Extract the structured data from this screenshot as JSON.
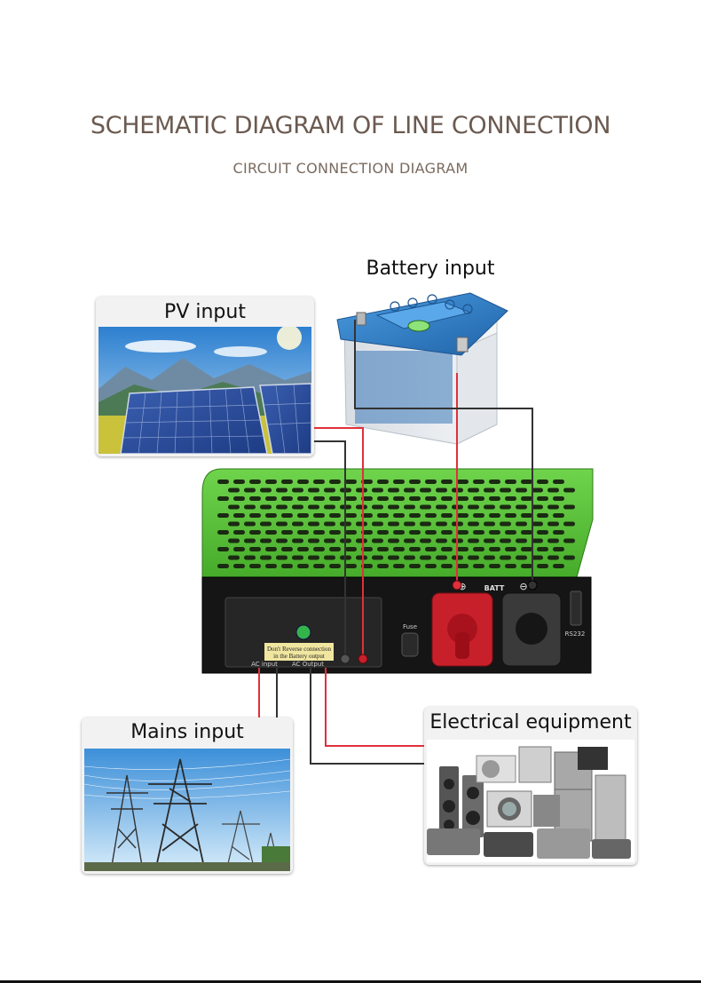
{
  "header": {
    "title": "SCHEMATIC DIAGRAM OF LINE CONNECTION",
    "subtitle": "CIRCUIT CONNECTION DIAGRAM"
  },
  "labels": {
    "battery_input": "Battery input",
    "pv_input": "PV input",
    "mains_input": "Mains input",
    "electrical_equipment": "Electrical equipment"
  },
  "inverter": {
    "warning_line1": "Don't Reverse connection",
    "warning_line2": "in the Battery output",
    "ac_input": "AC input",
    "ac_output": "AC Output",
    "fuse": "Fuse",
    "batt": "BATT",
    "rs232": "RS232",
    "plus": "⊕",
    "minus": "⊖"
  },
  "colors": {
    "inverter_green": "#58c23a",
    "wire_red": "#e0303a",
    "wire_black": "#333333",
    "battery_blue": "#2f7fc4"
  }
}
